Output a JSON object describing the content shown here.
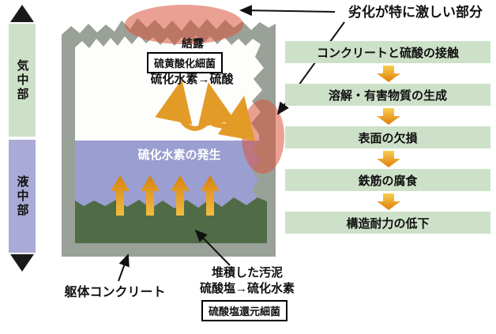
{
  "left_axis": {
    "air_zone": "気中部",
    "liquid_zone": "液中部"
  },
  "diagram": {
    "condensation": "結露",
    "sulfur_oxidizing_bacteria": "硫黄酸化細菌",
    "h2s_to_sulfuric_acid": "硫化水素→硫酸",
    "h2s_generation": "硫化水素の発生",
    "structural_concrete": "躯体コンクリート",
    "accumulated_sludge": "堆積した汚泥",
    "sulfate_to_h2s": "硫酸塩→硫化水素",
    "sulfate_reducing_bacteria": "硫酸塩還元細菌",
    "severe_deterioration": "劣化が特に激しい部分"
  },
  "flowchart": {
    "steps": [
      "コンクリートと硫酸の接触",
      "溶解・有害物質の生成",
      "表面の欠損",
      "鉄筋の腐食",
      "構造耐力の低下"
    ]
  },
  "colors": {
    "zone_green": "#cde1c8",
    "zone_purple": "#a9aad6",
    "liquid_purple": "#9b9ed0",
    "sludge_green": "#4f6c47",
    "concrete_gray": "#9aa198",
    "arrow_orange": "#e8941c",
    "damage_highlight": "#d94f33"
  }
}
